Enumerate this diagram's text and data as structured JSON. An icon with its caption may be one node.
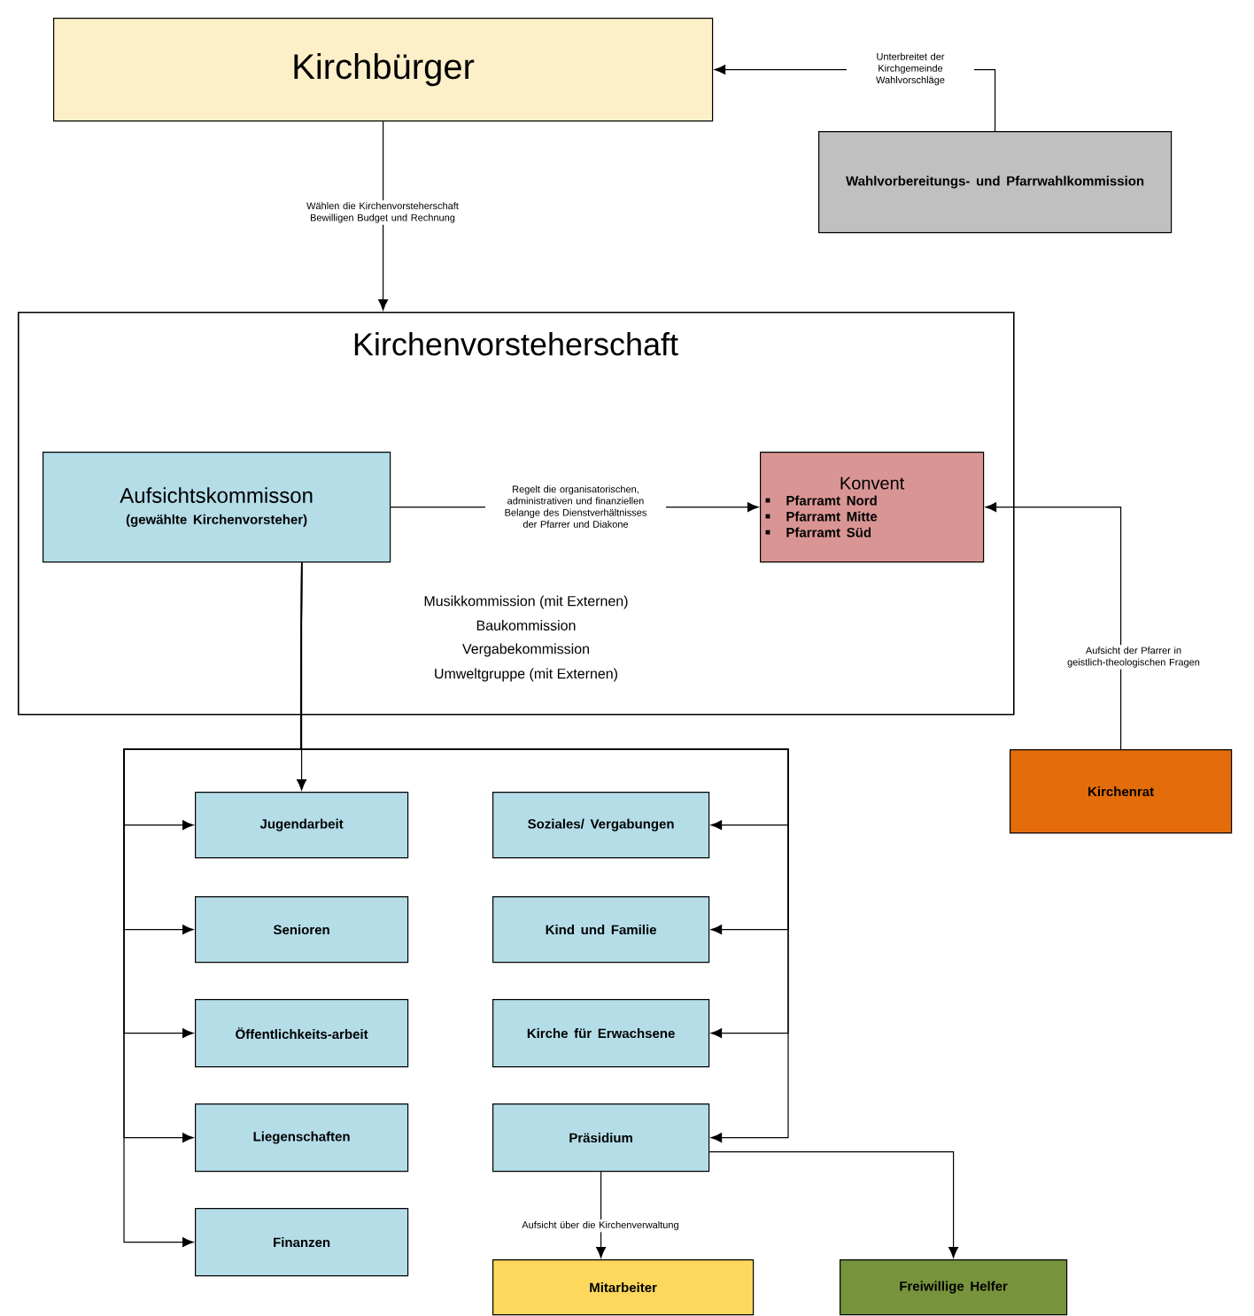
{
  "diagram": {
    "nodes": [
      {
        "text": [
          "Kirchbürger"
        ]
      },
      {
        "text": [
          "Wahlvorbereitungs- und Pfarrwahlkommission"
        ]
      },
      {
        "text": [
          "Kirchenvorsteherschaft"
        ]
      },
      {
        "text": [
          "Aufsichtskommisson",
          "(gewählte Kirchenvorsteher)"
        ],
        "in": 2
      },
      {
        "text": [
          "Konvent",
          "Pfarramt Nord",
          "Pfarramt Mitte",
          "Pfarramt Süd"
        ],
        "in": 2
      },
      {
        "text": [
          "Kirchenrat"
        ]
      },
      {
        "text": [
          "Jugendarbeit"
        ]
      },
      {
        "text": [
          "Senioren"
        ]
      },
      {
        "text": [
          "Öffentlichkeits-arbeit"
        ]
      },
      {
        "text": [
          "Liegenschaften"
        ]
      },
      {
        "text": [
          "Finanzen"
        ]
      },
      {
        "text": [
          "Soziales/ Vergabungen"
        ]
      },
      {
        "text": [
          "Kind und Familie"
        ]
      },
      {
        "text": [
          "Kirche für Erwachsene"
        ]
      },
      {
        "text": [
          "Präsidium"
        ]
      },
      {
        "text": [
          "Mitarbeiter"
        ]
      },
      {
        "text": [
          "Freiwillige Helfer"
        ]
      }
    ],
    "edges": [
      {
        "from": 1,
        "to": 0,
        "arrow": "to",
        "label": "Unterbreitet der Kirchgemeinde Wahlvorschläge"
      },
      {
        "from": 0,
        "to": 2,
        "arrow": "to",
        "label": "Wählen die Kirchenvorsteherschaft Bewilligen Budget und Rechnung"
      },
      {
        "from": 3,
        "to": 4,
        "arrow": "to",
        "label": "Regelt die organisatorischen, administrativen und finanziellen Belange des Dienstverhältnisses der Pfarrer und Diakone"
      },
      {
        "from": 5,
        "to": 4,
        "arrow": "to",
        "label": "Aufsicht der Pfarrer in geistlich-theologischen Fragen"
      },
      {
        "from": 3,
        "to": 6,
        "arrow": "to"
      },
      {
        "from": 3,
        "to": 6,
        "arrow": "to"
      },
      {
        "from": 3,
        "to": 7,
        "arrow": "to"
      },
      {
        "from": 3,
        "to": 8,
        "arrow": "to"
      },
      {
        "from": 3,
        "to": 9,
        "arrow": "to"
      },
      {
        "from": 3,
        "to": 10,
        "arrow": "to"
      },
      {
        "from": 3,
        "to": 11,
        "arrow": "to"
      },
      {
        "from": 3,
        "to": 12,
        "arrow": "to"
      },
      {
        "from": 3,
        "to": 13,
        "arrow": "to"
      },
      {
        "from": 3,
        "to": 14,
        "arrow": "to"
      },
      {
        "from": 14,
        "to": 15,
        "arrow": "to",
        "label": "Aufsicht über die Kirchenverwaltung"
      },
      {
        "from": 14,
        "to": 16,
        "arrow": "to"
      }
    ],
    "labels": [
      "Musikkommission (mit Externen)",
      "Baukommission",
      "Vergabekommission",
      "Umweltgruppe (mit Externen)"
    ]
  }
}
